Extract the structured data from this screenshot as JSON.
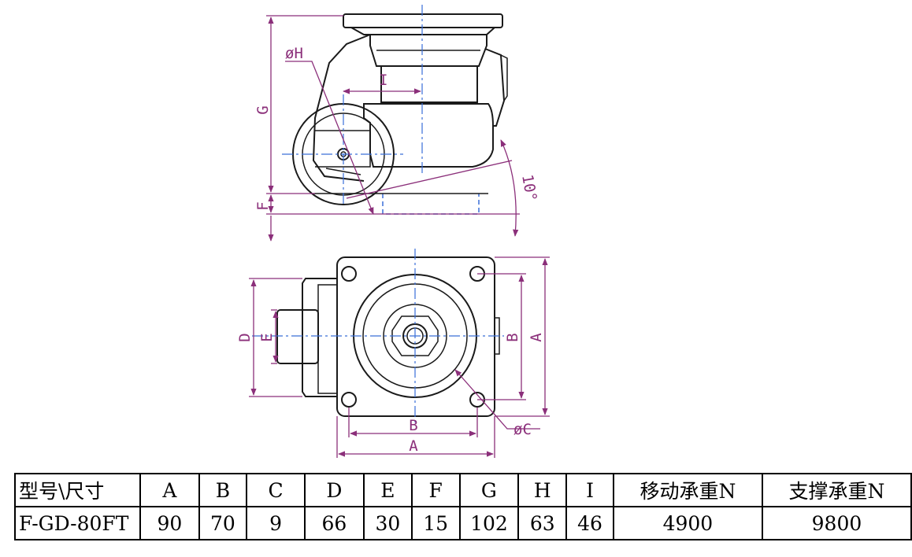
{
  "drawing": {
    "colors": {
      "outline": "#1a1a1a",
      "dimension": "#8b2f7a",
      "centerline": "#3a6fd8"
    },
    "labels": {
      "dia_h": "øH",
      "i": "I",
      "g": "G",
      "f": "F",
      "angle": "10°",
      "d": "D",
      "e": "E",
      "b_side": "B",
      "a_side": "A",
      "b_bottom": "B",
      "a_bottom": "A",
      "dia_c": "øC"
    }
  },
  "table": {
    "headers": [
      "型号\\尺寸",
      "A",
      "B",
      "C",
      "D",
      "E",
      "F",
      "G",
      "H",
      "I",
      "移动承重N",
      "支撑承重N"
    ],
    "rows": [
      [
        "F-GD-80FT",
        "90",
        "70",
        "9",
        "66",
        "30",
        "15",
        "102",
        "63",
        "46",
        "4900",
        "9800"
      ]
    ]
  }
}
